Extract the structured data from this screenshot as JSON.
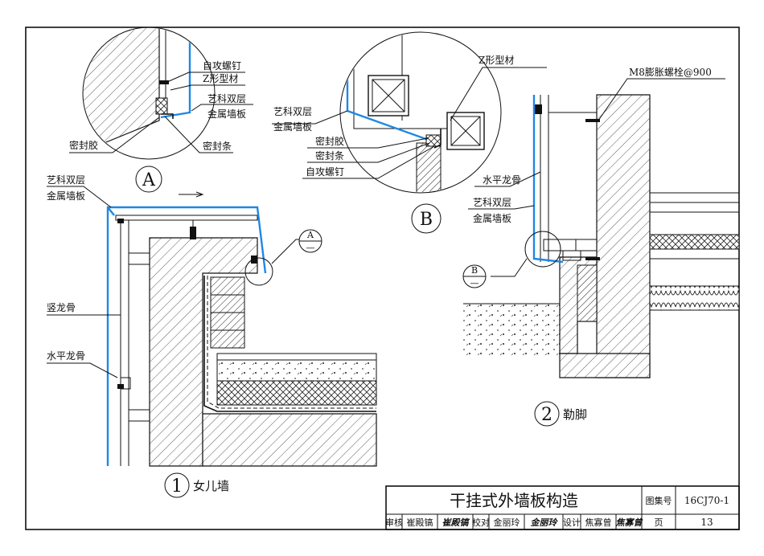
{
  "labels": {
    "self_tapping_screw": "自攻螺钉",
    "z_profile": "Z形型材",
    "panel_line1": "艺科双层",
    "panel_line2": "金属墙板",
    "sealant": "密封胶",
    "seal_strip": "密封条",
    "bolt": "M8膨胀螺栓@900",
    "horizontal_keel": "水平龙骨",
    "vertical_keel": "竖龙骨",
    "ref_a": "A",
    "ref_b": "B",
    "ref_dash": "—"
  },
  "details": {
    "detail_a": "A",
    "detail_b": "B",
    "detail_1_num": "1",
    "detail_1_name": "女儿墙",
    "detail_2_num": "2",
    "detail_2_name": "勒脚"
  },
  "title_block": {
    "title": "干挂式外墙板构造",
    "atlas_label": "图集号",
    "atlas_no": "16CJ70-1",
    "page_label": "页",
    "page_no": "13",
    "review_label": "审核",
    "reviewer": "崔殿镐",
    "reviewer_sig": "崔殿镐",
    "check_label": "校对",
    "checker": "金丽玲",
    "checker_sig": "金丽玲",
    "design_label": "设计",
    "designer": "焦寡曾",
    "designer_sig": "焦寡曾"
  },
  "colors": {
    "panel_line": "#1e88e5",
    "ink": "#111111",
    "paper": "#ffffff"
  }
}
